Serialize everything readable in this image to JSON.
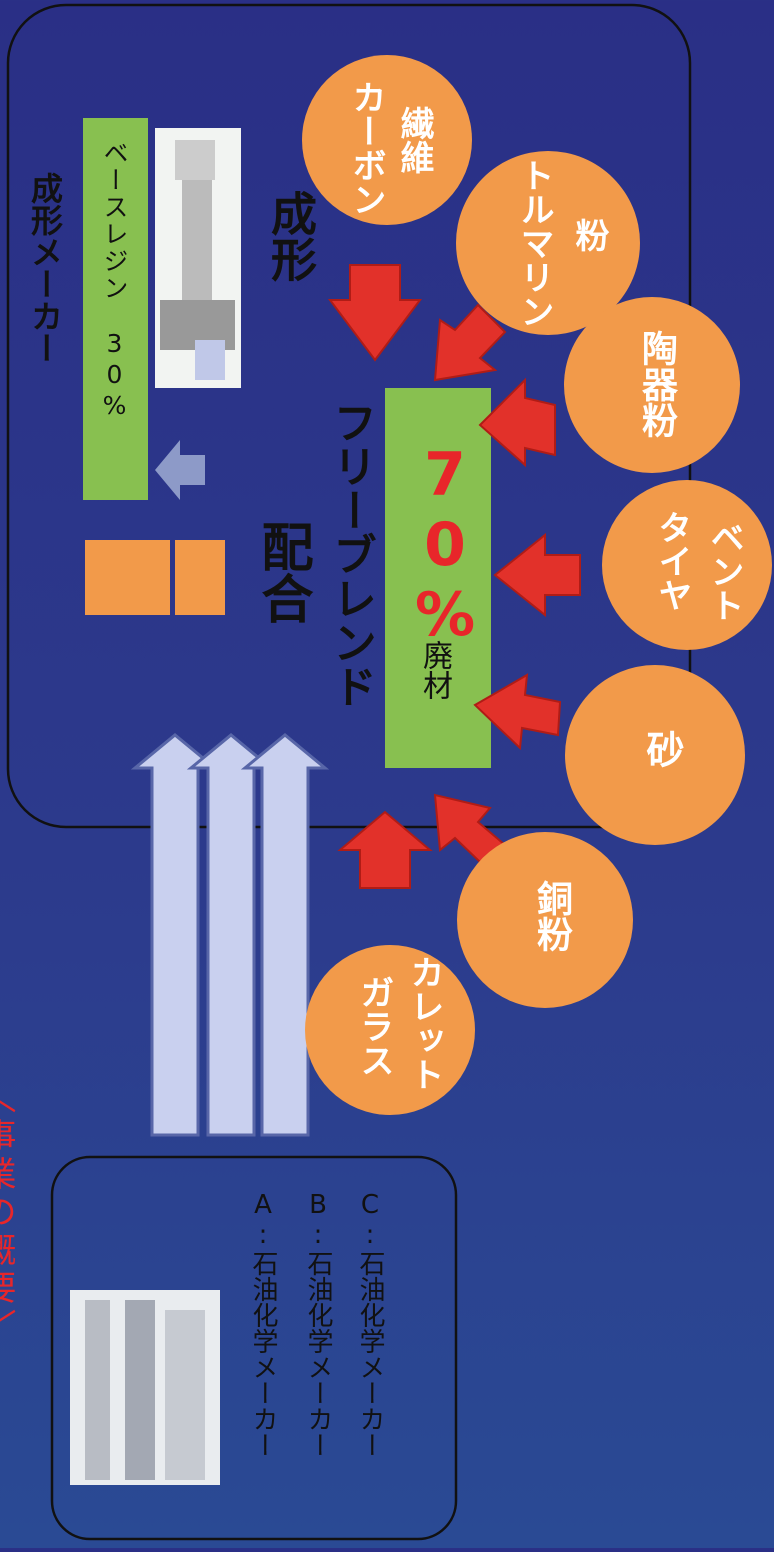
{
  "title_fragment": "〈事業の概要〉",
  "box_molding": {
    "title": "成形メーカー",
    "base_resin": "ベースレジン　30%",
    "molding_label": "成形"
  },
  "blend": {
    "label_haigo": "配合",
    "label_free": "フリーブレンド",
    "waste_label": "廃材",
    "waste_pct": "70%"
  },
  "materials": [
    {
      "line1": "カーボン",
      "line2": "繊維"
    },
    {
      "line1": "トルマリン",
      "line2": "粉"
    },
    {
      "line1": "陶器粉",
      "line2": ""
    },
    {
      "line1": "タイヤ",
      "line2": "ベント"
    },
    {
      "line1": "砂",
      "line2": ""
    },
    {
      "line1": "銅粉",
      "line2": ""
    },
    {
      "line1": "ガラス",
      "line2": "カレット"
    }
  ],
  "petrochem": [
    "A:石油化学メーカー",
    "B:石油化学メーカー",
    "C:石油化学メーカー"
  ],
  "colors": {
    "orange": "#f29a4a",
    "green": "#88c050",
    "red_arrow": "#e2312a",
    "red_text": "#e8262a",
    "arrow_fill": "#c9d0ef"
  }
}
